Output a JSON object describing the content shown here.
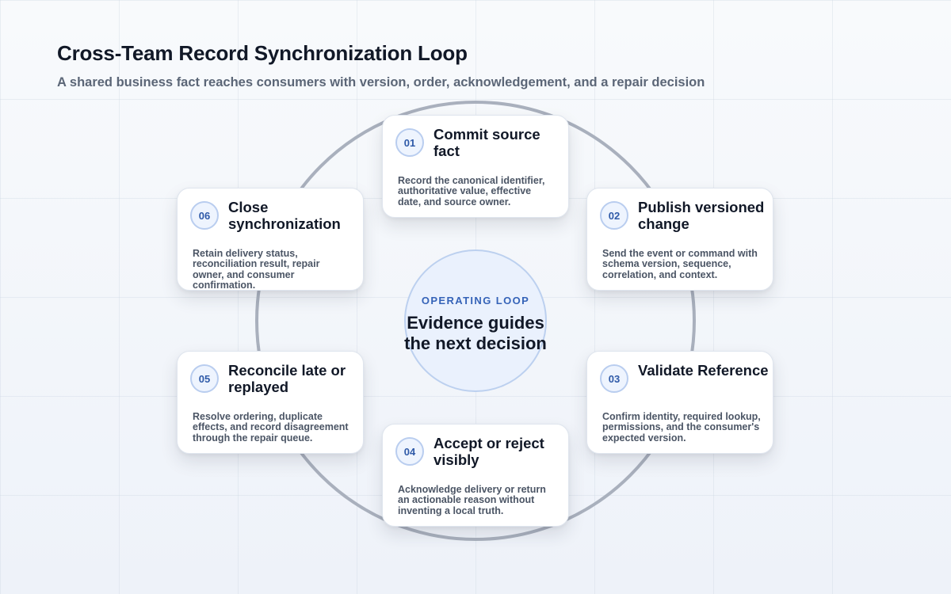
{
  "header": {
    "title": "Cross-Team Record Synchronization Loop",
    "subtitle": "A shared business fact reaches consumers with version, order, acknowledgement, and a repair decision"
  },
  "center": {
    "kicker": "OPERATING LOOP",
    "headline_line1": "Evidence guides",
    "headline_line2": "the next decision"
  },
  "steps": [
    {
      "number": "01",
      "title": "Commit source fact",
      "description": "Record the canonical identifier, authoritative value, effective date, and source owner."
    },
    {
      "number": "02",
      "title": "Publish versioned change",
      "description": "Send the event or command with schema version, sequence, correlation, and context."
    },
    {
      "number": "03",
      "title": "Validate Reference",
      "description": "Confirm identity, required lookup, permissions, and the consumer's expected version."
    },
    {
      "number": "04",
      "title": "Accept or reject visibly",
      "description": "Acknowledge delivery or return an actionable reason without inventing a local truth."
    },
    {
      "number": "05",
      "title": "Reconcile late or replayed",
      "description": "Resolve ordering, duplicate effects, and record disagreement through the repair queue."
    },
    {
      "number": "06",
      "title": "Close synchronization",
      "description": "Retain delivery status, reconciliation result, repair owner, and consumer confirmation."
    }
  ],
  "colors": {
    "ring": "#a9b0bd",
    "accent": "#2f5aa8",
    "center_fill": "#eaf1fd"
  }
}
